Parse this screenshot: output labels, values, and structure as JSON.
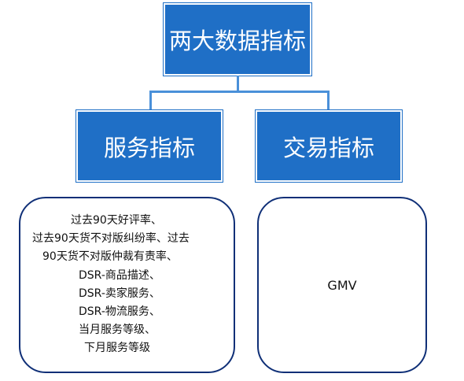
{
  "diagram": {
    "root": {
      "label": "两大数据指标"
    },
    "branches": [
      {
        "label": "服务指标",
        "details": [
          "过去90天好评率、",
          "过去90天货不对版纠纷率、过去",
          "90天货不对版仲裁有责率、",
          "DSR-商品描述、",
          "DSR-卖家服务、",
          "DSR-物流服务、",
          "当月服务等级、",
          "下月服务等级"
        ]
      },
      {
        "label": "交易指标",
        "details": [
          "GMV"
        ]
      }
    ]
  },
  "colors": {
    "box_fill": "#1f6fc6",
    "panel_border": "#0f2f77",
    "connector": "#4a90d9"
  }
}
